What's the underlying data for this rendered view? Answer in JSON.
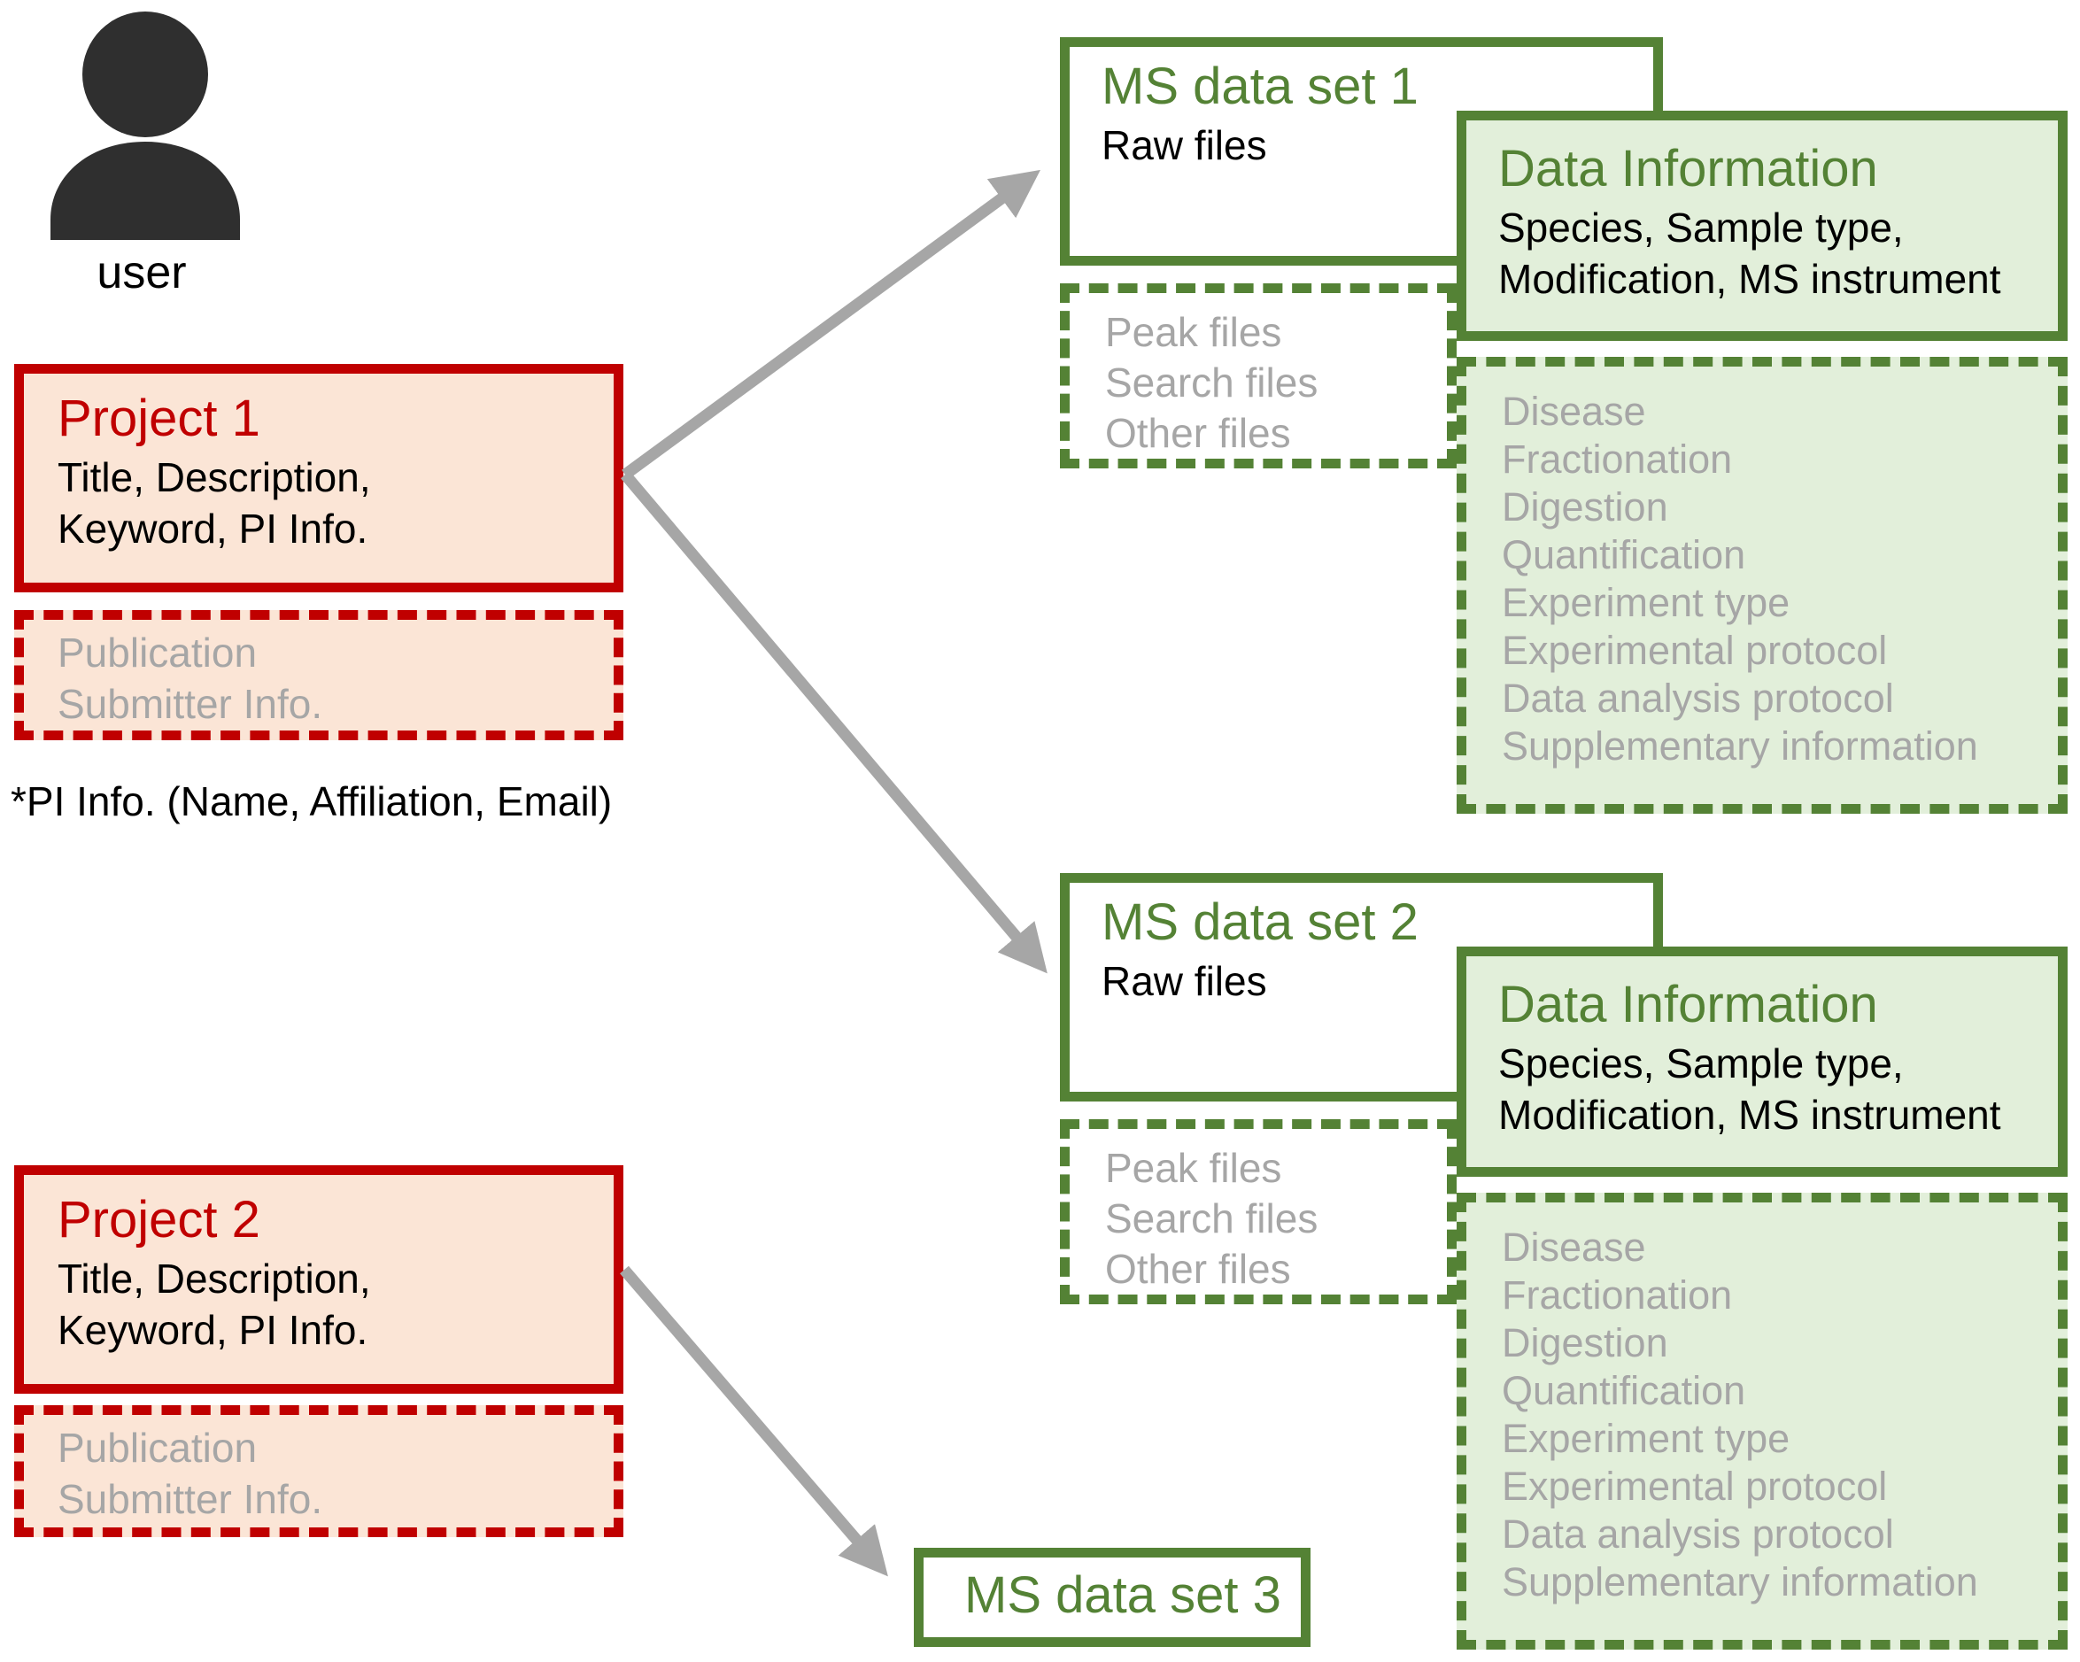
{
  "user": {
    "label": "user"
  },
  "note": "*PI Info. (Name, Affiliation, Email)",
  "projects": [
    {
      "title": "Project 1",
      "body_lines": [
        "Title, Description,",
        "Keyword, PI Info."
      ],
      "optional_lines": [
        "Publication",
        "Submitter Info."
      ]
    },
    {
      "title": "Project 2",
      "body_lines": [
        "Title, Description,",
        "Keyword, PI Info."
      ],
      "optional_lines": [
        "Publication",
        "Submitter Info."
      ]
    }
  ],
  "datasets": [
    {
      "title": "MS data set 1",
      "body": "Raw files",
      "optional_files": [
        "Peak files",
        "Search files",
        "Other files"
      ],
      "info": {
        "title": "Data Information",
        "body_lines": [
          "Species, Sample type,",
          "Modification, MS instrument"
        ],
        "optional_fields": [
          "Disease",
          "Fractionation",
          "Digestion",
          "Quantification",
          "Experiment type",
          "Experimental protocol",
          "Data analysis protocol",
          "Supplementary information"
        ]
      }
    },
    {
      "title": "MS data set 2",
      "body": "Raw files",
      "optional_files": [
        "Peak files",
        "Search files",
        "Other files"
      ],
      "info": {
        "title": "Data Information",
        "body_lines": [
          "Species, Sample type,",
          "Modification, MS instrument"
        ],
        "optional_fields": [
          "Disease",
          "Fractionation",
          "Digestion",
          "Quantification",
          "Experiment type",
          "Experimental protocol",
          "Data analysis protocol",
          "Supplementary information"
        ]
      }
    },
    {
      "title": "MS data set 3"
    }
  ],
  "colors": {
    "red_border": "#C00000",
    "pink_fill": "#FBE5D6",
    "green_border": "#548235",
    "light_green_fill": "#E2EFDA",
    "gray_text": "#A6A6A6",
    "arrow_gray": "#A6A6A6",
    "icon_dark": "#2F2F2F"
  }
}
